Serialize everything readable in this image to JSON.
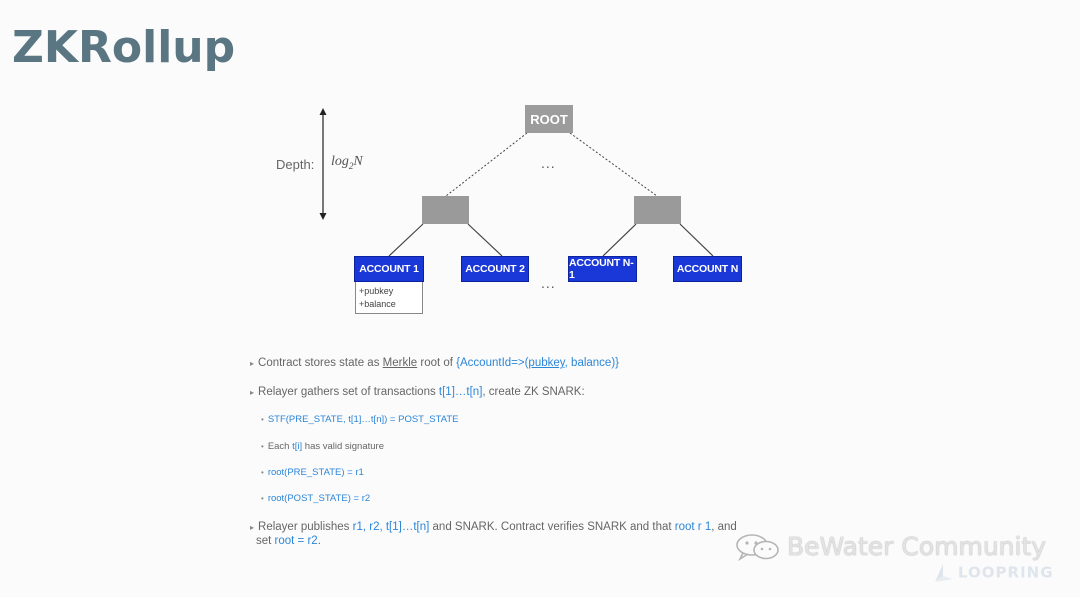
{
  "title": "ZKRollup",
  "tree": {
    "depth_label": "Depth:",
    "depth_formula_base": "log",
    "depth_formula_sub": "2",
    "depth_formula_var": "N",
    "root_label": "ROOT",
    "ellipsis": "...",
    "accounts": [
      "ACCOUNT 1",
      "ACCOUNT 2",
      "ACCOUNT N-1",
      "ACCOUNT N"
    ],
    "account_fields": [
      "+pubkey",
      "+balance"
    ]
  },
  "bullets": {
    "b1_pre": "Contract stores state as ",
    "b1_merkle": "Merkle",
    "b1_mid": " root of ",
    "b1_map_open": "{AccountId=>(",
    "b1_map_pk": "pubkey",
    "b1_map_close": ", balance)}",
    "b2_pre": "Relayer gathers set of transactions ",
    "b2_txs": "t[1]…t[n]",
    "b2_post": ", create ZK SNARK:",
    "b3": "STF(PRE_STATE, t[1]…t[n]) = POST_STATE",
    "b4_pre": "Each ",
    "b4_ti": "t[i]",
    "b4_post": " has valid signature",
    "b5": "root(PRE_STATE) = r1",
    "b6": "root(POST_STATE) = r2",
    "b7_pre": "Relayer publishes ",
    "b7_r": "r1, r2, t[1]…t[n]",
    "b7_mid": " and SNARK. Contract verifies SNARK and that ",
    "b7_root": "root r",
    "b7_tail1": " ",
    "b7_r1": "1",
    "b7_end": ", and",
    "b7b_pre": "set  ",
    "b7b_root": "root = r2",
    "b7b_post": "."
  },
  "watermark": "BeWater Community",
  "watermark_icon": "wechat-icon",
  "corner_logo": "LOOPRING",
  "colors": {
    "title": "#5a7682",
    "account_blue": "#1a38d8",
    "highlight": "#2c86d8",
    "node_gray": "#9c9c9c"
  }
}
